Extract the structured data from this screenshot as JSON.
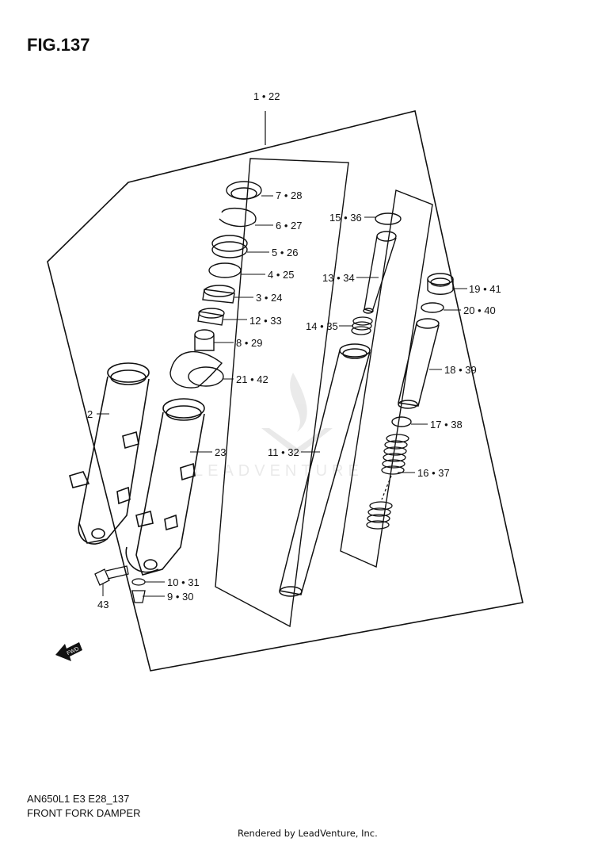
{
  "figure": {
    "title": "FIG.137",
    "model_code": "AN650L1 E3 E28_137",
    "section_name": "FRONT FORK DAMPER"
  },
  "callouts": {
    "c1_22": "1 • 22",
    "c7_28": "7 • 28",
    "c6_27": "6 • 27",
    "c5_26": "5 • 26",
    "c4_25": "4 • 25",
    "c3_24": "3 • 24",
    "c12_33": "12 • 33",
    "c8_29": "8 • 29",
    "c21_42": "21 • 42",
    "c2": "2",
    "c23": "23",
    "c43": "43",
    "c10_31": "10 • 31",
    "c9_30": "9 • 30",
    "c15_36": "15 • 36",
    "c13_34": "13 • 34",
    "c14_35": "14 • 35",
    "c11_32": "11 • 32",
    "c19_41": "19 • 41",
    "c20_40": "20 • 40",
    "c18_39": "18 • 39",
    "c17_38": "17 • 38",
    "c16_37": "16 • 37"
  },
  "fwd_arrow_label": "FWD",
  "watermark": "LEADVENTURE",
  "footer": {
    "credit": "Rendered by LeadVenture, Inc."
  }
}
